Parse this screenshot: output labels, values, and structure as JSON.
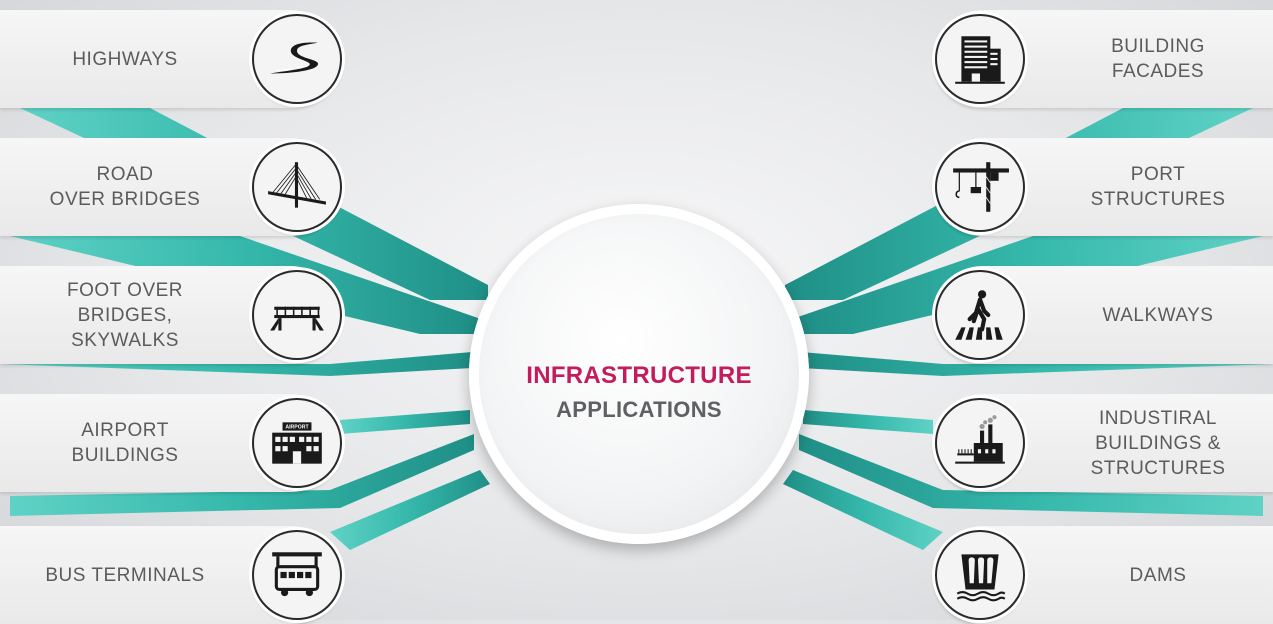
{
  "center": {
    "title": "INFRASTRUCTURE",
    "subtitle": "APPLICATIONS"
  },
  "colors": {
    "ribbon": "#2fb3a6",
    "ribbon_light": "#56cfc2",
    "title": "#c41b5c",
    "label": "#5a5b5d"
  },
  "left_items": [
    {
      "label": "HIGHWAYS",
      "icon": "highway-icon"
    },
    {
      "label": "ROAD\nOVER BRIDGES",
      "icon": "cable-bridge-icon"
    },
    {
      "label": "FOOT OVER\nBRIDGES,\nSKYWALKS",
      "icon": "footbridge-icon"
    },
    {
      "label": "AIRPORT\nBUILDINGS",
      "icon": "airport-icon"
    },
    {
      "label": "BUS TERMINALS",
      "icon": "bus-icon"
    }
  ],
  "right_items": [
    {
      "label": "BUILDING\nFACADES",
      "icon": "office-building-icon"
    },
    {
      "label": "PORT\nSTRUCTURES",
      "icon": "crane-icon"
    },
    {
      "label": "WALKWAYS",
      "icon": "pedestrian-crossing-icon"
    },
    {
      "label": "INDUSTIRAL\nBUILDINGS &\nSTRUCTURES",
      "icon": "factory-icon"
    },
    {
      "label": "DAMS",
      "icon": "dam-icon"
    }
  ],
  "airport_sign": "AIRPORT"
}
